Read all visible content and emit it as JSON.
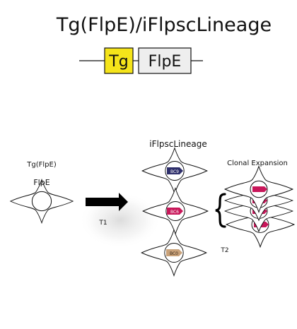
{
  "title": "Tg(FlpE)/iFlpscLineage",
  "construct": {
    "tg_label": "Tg",
    "flpe_label": "FlpE",
    "tg_color": "#f5e41a",
    "flpe_color": "#eeeeee"
  },
  "left_cell": {
    "label": "Tg(FlpE)",
    "inner_label": "FlpE"
  },
  "arrow": {
    "time_label": "T1"
  },
  "middle": {
    "label": "iFlpscLineage",
    "cells": [
      {
        "barcode": "BC9",
        "color": "#2e2f6b",
        "text_color": "#ffffff"
      },
      {
        "barcode": "BC6",
        "color": "#c8175a",
        "text_color": "#ffffff"
      },
      {
        "barcode": "BC0",
        "color": "#c9a27a",
        "text_color": "#3a2a1a"
      }
    ]
  },
  "right": {
    "label": "Clonal Expansion",
    "time_label": "T2",
    "barcode_color": "#c8175a"
  }
}
